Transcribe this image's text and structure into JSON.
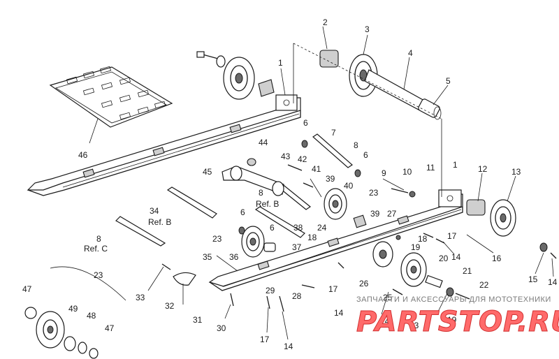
{
  "labels": [
    {
      "id": "l1a",
      "text": "1"
    },
    {
      "id": "l2",
      "text": "2"
    },
    {
      "id": "l3",
      "text": "3"
    },
    {
      "id": "l4",
      "text": "4"
    },
    {
      "id": "l5",
      "text": "5"
    },
    {
      "id": "l6a",
      "text": "6"
    },
    {
      "id": "l7",
      "text": "7"
    },
    {
      "id": "l8a",
      "text": "8"
    },
    {
      "id": "l6b",
      "text": "6"
    },
    {
      "id": "l9",
      "text": "9"
    },
    {
      "id": "l10",
      "text": "10"
    },
    {
      "id": "l11",
      "text": "11"
    },
    {
      "id": "l1b",
      "text": "1"
    },
    {
      "id": "l12",
      "text": "12"
    },
    {
      "id": "l13",
      "text": "13"
    },
    {
      "id": "l44",
      "text": "44"
    },
    {
      "id": "l43",
      "text": "43"
    },
    {
      "id": "l42",
      "text": "42"
    },
    {
      "id": "l41",
      "text": "41"
    },
    {
      "id": "l40",
      "text": "40"
    },
    {
      "id": "l39a",
      "text": "39"
    },
    {
      "id": "l45",
      "text": "45"
    },
    {
      "id": "l23a",
      "text": "23"
    },
    {
      "id": "l39b",
      "text": "39"
    },
    {
      "id": "l27",
      "text": "27"
    },
    {
      "id": "l46",
      "text": "46"
    },
    {
      "id": "l8b",
      "text": "8"
    },
    {
      "id": "l34",
      "text": "34"
    },
    {
      "id": "l6c",
      "text": "6"
    },
    {
      "id": "l38",
      "text": "38"
    },
    {
      "id": "l24a",
      "text": "24"
    },
    {
      "id": "l18a",
      "text": "18"
    },
    {
      "id": "l17a",
      "text": "17"
    },
    {
      "id": "l14a",
      "text": "14"
    },
    {
      "id": "l16",
      "text": "16"
    },
    {
      "id": "l8c",
      "text": "8"
    },
    {
      "id": "l6d",
      "text": "6"
    },
    {
      "id": "l18b",
      "text": "18"
    },
    {
      "id": "l23b",
      "text": "23"
    },
    {
      "id": "l37",
      "text": "37"
    },
    {
      "id": "l19",
      "text": "19"
    },
    {
      "id": "l36",
      "text": "36"
    },
    {
      "id": "l35",
      "text": "35"
    },
    {
      "id": "l20",
      "text": "20"
    },
    {
      "id": "l21",
      "text": "21"
    },
    {
      "id": "l22",
      "text": "22"
    },
    {
      "id": "l15",
      "text": "15"
    },
    {
      "id": "l14b",
      "text": "14"
    },
    {
      "id": "l23c",
      "text": "23"
    },
    {
      "id": "l33",
      "text": "33"
    },
    {
      "id": "l32",
      "text": "32"
    },
    {
      "id": "l29",
      "text": "29"
    },
    {
      "id": "l28",
      "text": "28"
    },
    {
      "id": "l17b",
      "text": "17"
    },
    {
      "id": "l26",
      "text": "26"
    },
    {
      "id": "l25",
      "text": "25"
    },
    {
      "id": "l14c",
      "text": "14"
    },
    {
      "id": "l31",
      "text": "31"
    },
    {
      "id": "l30",
      "text": "30"
    },
    {
      "id": "l47a",
      "text": "47"
    },
    {
      "id": "l49",
      "text": "49"
    },
    {
      "id": "l48",
      "text": "48"
    },
    {
      "id": "l47b",
      "text": "47"
    },
    {
      "id": "l24b",
      "text": "24"
    },
    {
      "id": "l23d",
      "text": "23"
    },
    {
      "id": "l19b",
      "text": "19"
    },
    {
      "id": "l17c",
      "text": "17"
    },
    {
      "id": "l14d",
      "text": "14"
    }
  ],
  "refs": {
    "ref_b_34": "Ref. B",
    "ref_b_8": "Ref. B",
    "ref_c_8": "Ref. C"
  },
  "watermark": {
    "top_text": "ЗАПЧАСТИ И АКСЕССУАРЫ ДЛЯ МОТОТЕХНИКИ",
    "brand": "PARTSTOP.RU"
  },
  "colors": {
    "line": "#1a1a1a",
    "watermark_fill": "#ff6a6a",
    "watermark_stroke": "#d23030"
  }
}
